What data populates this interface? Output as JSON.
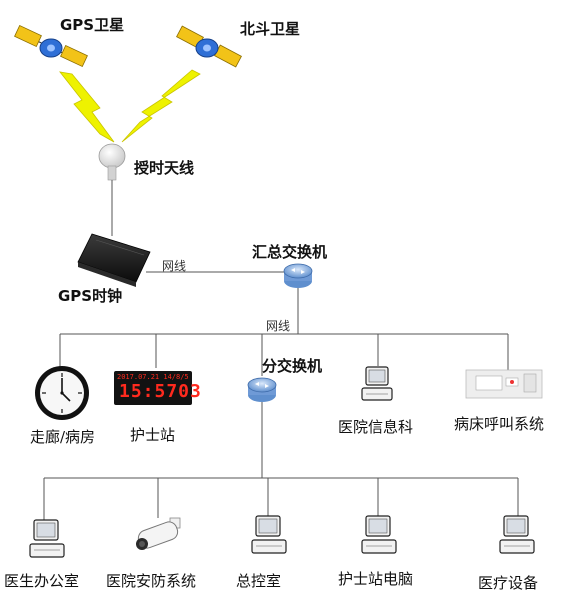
{
  "satellites": {
    "gps_label": "GPS卫星",
    "beidou_label": "北斗卫星"
  },
  "antenna": {
    "label": "授时天线"
  },
  "gps_clock": {
    "label": "GPS时钟"
  },
  "network": {
    "label_top": "网线",
    "label_middle": "网线"
  },
  "main_switch": {
    "label": "汇总交换机"
  },
  "sub_switch": {
    "label": "分交换机"
  },
  "nurse_clock": {
    "small_text": "2017.07.21 14/8/5",
    "time_text": "15:5703"
  },
  "tier1": [
    {
      "label": "走廊/病房"
    },
    {
      "label": "护士站"
    },
    {
      "label": "医院信息科"
    },
    {
      "label": "病床呼叫系统"
    }
  ],
  "tier2": [
    {
      "label": "医生办公室"
    },
    {
      "label": "医院安防系统"
    },
    {
      "label": "总控室"
    },
    {
      "label": "护士站电脑"
    },
    {
      "label": "医疗设备"
    }
  ],
  "colors": {
    "satellite_body": "#2f6fd6",
    "satellite_panel": "#f2c318",
    "signal_bolt": "#eef200",
    "switch_blue": "#8fb6e6",
    "line": "#555555",
    "led_red": "#ff2a1e"
  }
}
